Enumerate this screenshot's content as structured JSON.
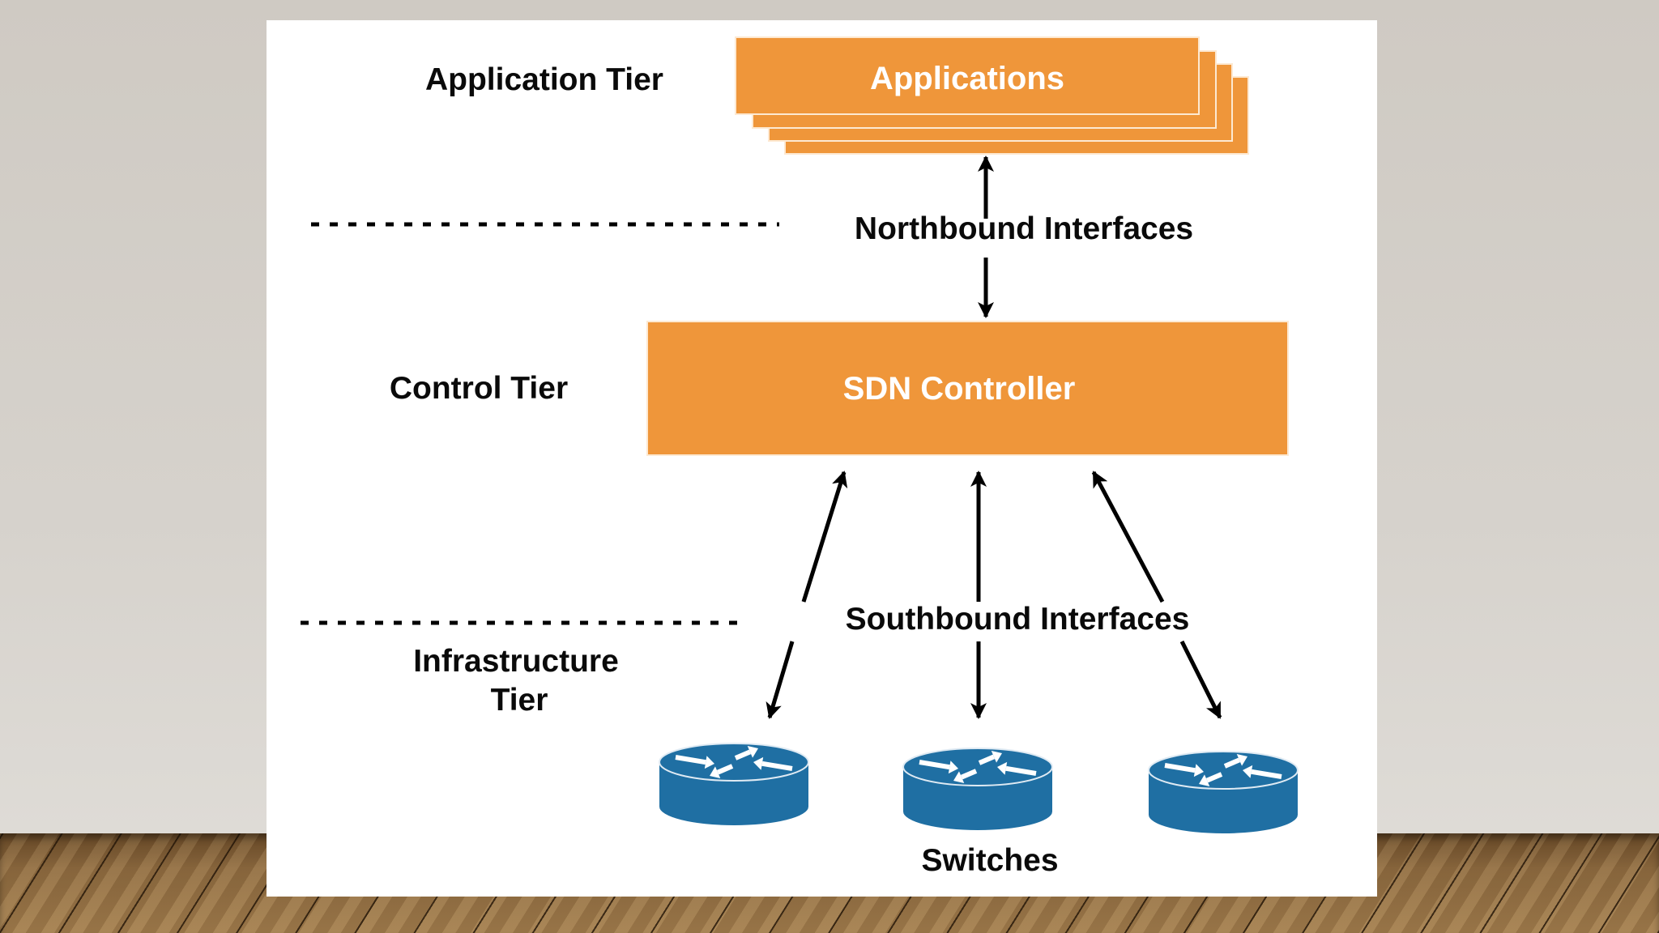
{
  "diagram": {
    "tiers": {
      "application": "Application Tier",
      "control": "Control Tier",
      "infrastructure_line1": "Infrastructure",
      "infrastructure_line2": "Tier"
    },
    "boxes": {
      "applications": "Applications",
      "controller": "SDN Controller"
    },
    "interfaces": {
      "northbound": "Northbound Interfaces",
      "southbound": "Southbound Interfaces"
    },
    "devices": {
      "label": "Switches",
      "count": 3
    },
    "colors": {
      "box_orange": "#ef963a",
      "switch_blue": "#1f6fa3",
      "text_dark": "#0a0a0a",
      "text_light": "#ffffff"
    }
  }
}
